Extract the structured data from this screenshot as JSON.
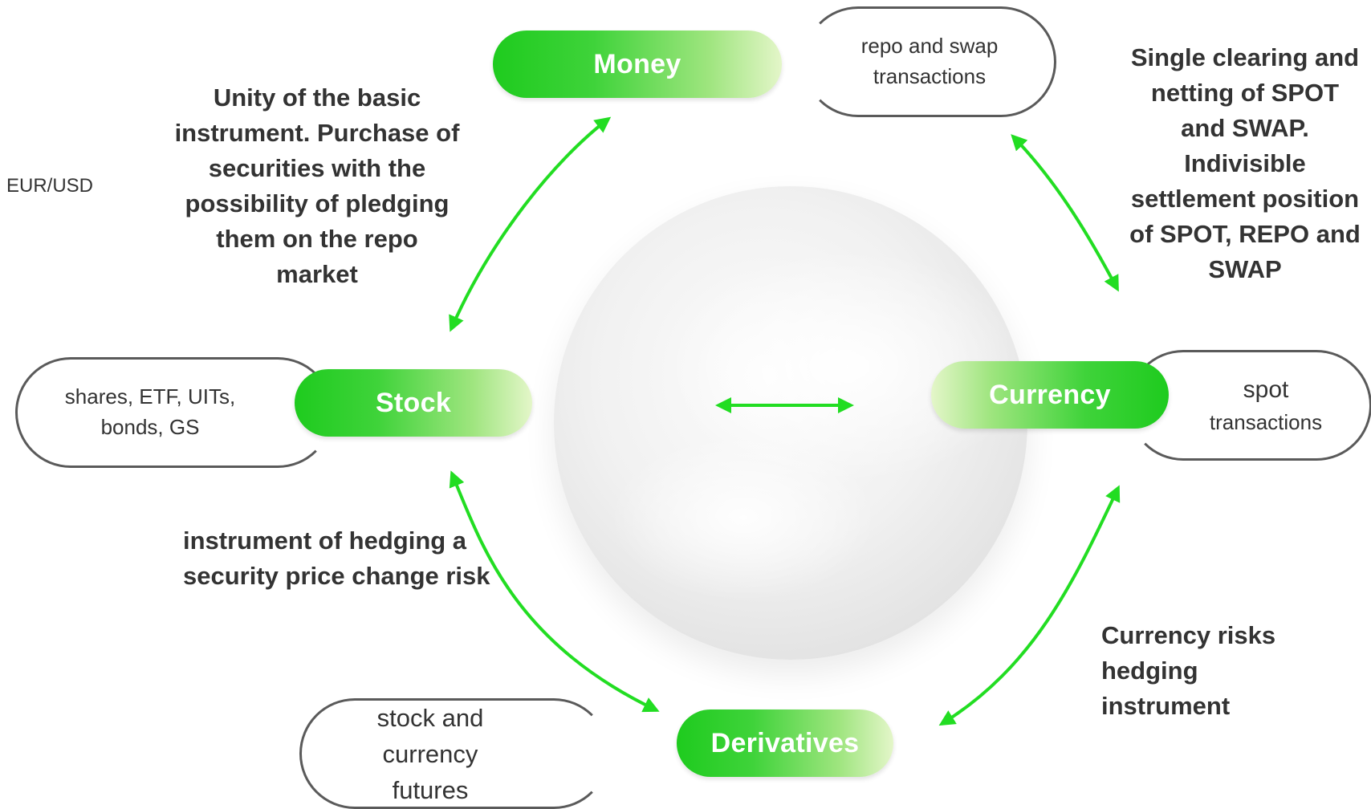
{
  "nodes": {
    "money": "Money",
    "stock": "Stock",
    "currency": "Currency",
    "derivatives": "Derivatives"
  },
  "boxes": {
    "money_box": [
      "repo and swap",
      "transactions"
    ],
    "stock_box": [
      "shares, ETF, UITs,",
      "bonds, GS"
    ],
    "currency_box": [
      "spot",
      "transactions"
    ],
    "derivatives_box": [
      "stock and",
      "currency",
      "futures"
    ]
  },
  "labels": {
    "eur_usd": "EUR/USD",
    "money_stock": [
      "Unity of the basic",
      "instrument. Purchase of",
      "securities with the",
      "possibility of pledging",
      "them on the repo",
      "market"
    ],
    "money_currency": [
      "Single clearing and",
      "netting of SPOT",
      "and SWAP.",
      "Indivisible",
      "settlement position",
      "of SPOT, REPO and",
      "SWAP"
    ],
    "stock_derivatives": [
      "instrument of hedging a",
      "security price change risk"
    ],
    "currency_derivatives": [
      "Currency risks",
      "hedging",
      "instrument"
    ]
  },
  "colors": {
    "arrow": "#22dd22",
    "node_green": "#1ecb1e"
  }
}
